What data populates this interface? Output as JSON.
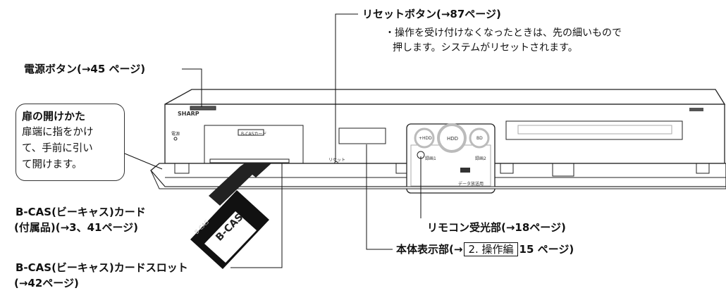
{
  "labels": {
    "reset_title": "リセットボタン(→87ページ)",
    "reset_note_1": "・操作を受け付けなくなったときは、先の細いもので",
    "reset_note_2": "押します。システムがリセットされます。",
    "power": "電源ボタン(→45 ページ)",
    "door_title": "扉の開けかた",
    "door_body_1": "扉端に指をかけ",
    "door_body_2": "て、手前に引い",
    "door_body_3": "て開けます。",
    "card_1": "B-CAS(ビーキャス)カード",
    "card_2": "(付属品)(→3、41ページ)",
    "remote": "リモコン受光部(→18ページ)",
    "display_prefix": "本体表示部(→",
    "display_box": "2. 操作編",
    "display_suffix": "15 ページ)",
    "slot_1": "B-CAS(ビーキャス)カードスロット",
    "slot_2": "(→42ページ)"
  },
  "device": {
    "brand": "SHARP",
    "power_mark": "電源",
    "card_slot_label": "B-CASカード",
    "reset_mark": "リセット",
    "btn_plus_hdd": "+HDD",
    "btn_hdd": "HDD",
    "btn_bd": "BD",
    "rec1": "録画1",
    "rec2": "録画2",
    "data_label": "データ放送用",
    "card_text": "B-CAS",
    "card_sub": "B-CAS"
  }
}
